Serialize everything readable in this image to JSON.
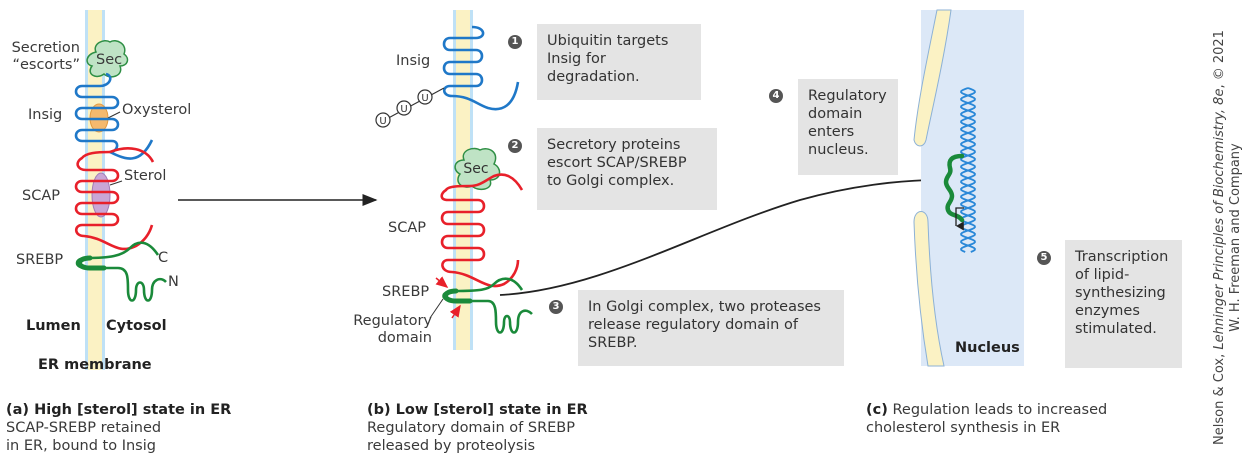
{
  "colors": {
    "insig": "#1f78c8",
    "scap": "#e8202a",
    "srebp": "#1a8a3a",
    "membrane_lipid": "#fbf2c4",
    "membrane_edge": "#bfe1f6",
    "sec_fill": "#bfe3c5",
    "sec_stroke": "#2f8f45",
    "oxysterol": "#f5b96e",
    "sterol": "#c9a6d6",
    "nucleus": "#dce8f7",
    "dna": "#2a88d8",
    "box_bg": "#e4e4e4",
    "badge": "#555555"
  },
  "panel_a": {
    "labels": {
      "secretion_escorts_1": "Secretion",
      "secretion_escorts_2": "“escorts”",
      "sec": "Sec",
      "insig": "Insig",
      "oxysterol": "Oxysterol",
      "sterol": "Sterol",
      "scap": "SCAP",
      "srebp": "SREBP",
      "c_term": "C",
      "n_term": "N",
      "lumen": "Lumen",
      "cytosol": "Cytosol",
      "er_membrane": "ER membrane"
    },
    "caption": {
      "head": "(a)  High [sterol] state in ER",
      "line1": "SCAP-SREBP retained",
      "line2": "in ER, bound to Insig"
    }
  },
  "panel_b": {
    "labels": {
      "insig": "Insig",
      "ubiquitin": "U",
      "sec": "Sec",
      "scap": "SCAP",
      "srebp": "SREBP",
      "regulatory_1": "Regulatory",
      "regulatory_2": "domain"
    },
    "steps": [
      {
        "num": "1",
        "lines": [
          "Ubiquitin targets",
          "Insig for",
          "degradation."
        ]
      },
      {
        "num": "2",
        "lines": [
          "Secretory proteins",
          "escort SCAP/SREBP",
          "to Golgi complex."
        ]
      },
      {
        "num": "3",
        "lines": [
          "In Golgi complex, two proteases",
          "release regulatory domain of",
          "SREBP."
        ]
      }
    ],
    "caption": {
      "head": "(b)  Low [sterol] state in ER",
      "line1": "Regulatory domain of SREBP",
      "line2": "released by proteolysis"
    }
  },
  "panel_c": {
    "labels": {
      "nucleus": "Nucleus"
    },
    "steps": [
      {
        "num": "4",
        "lines": [
          "Regulatory",
          "domain",
          "enters",
          "nucleus."
        ]
      },
      {
        "num": "5",
        "lines": [
          "Transcription",
          "of lipid-",
          "synthesizing",
          "enzymes",
          "stimulated."
        ]
      }
    ],
    "caption": {
      "head": "(c)",
      "line1": "Regulation leads to increased",
      "line2": "cholesterol synthesis in ER"
    }
  },
  "credit": {
    "authors": "Nelson & Cox, ",
    "book": "Lehninger Principles of Biochemistry, 8e",
    "year": ", © 2021",
    "publisher": "W. H. Freeman and Company"
  }
}
